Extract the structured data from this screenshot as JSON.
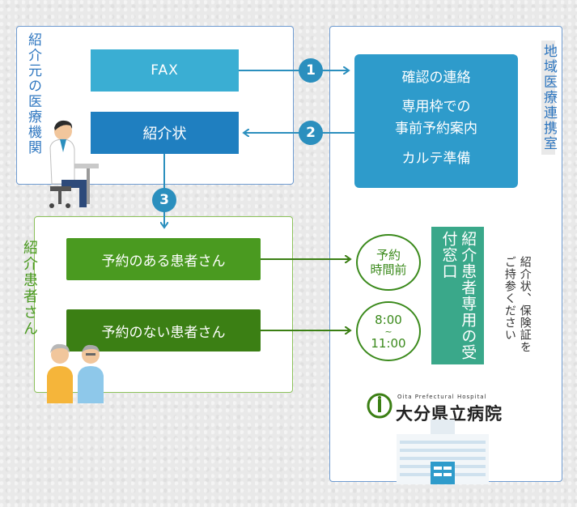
{
  "referrer": {
    "title": "紹介元の医療機関",
    "fax": "FAX",
    "letter": "紹介状"
  },
  "steps": {
    "one": "1",
    "two": "2",
    "three": "3"
  },
  "liaison": {
    "title": "地域医療連携室",
    "items": [
      "確認の連絡",
      "専用枠での",
      "事前予約案内",
      "カルテ準備"
    ]
  },
  "patients": {
    "title": "紹介患者さん",
    "with_appointment": "予約のある患者さん",
    "without_appointment": "予約のない患者さん"
  },
  "timing": {
    "before_line1": "予約",
    "before_line2": "時間前",
    "time_start": "8:00",
    "time_sep": "~",
    "time_end": "11:00"
  },
  "reception": {
    "label": "紹介患者専用の受付窓口",
    "note": "紹介状、保険証をご持参ください"
  },
  "hospital": {
    "english": "Oita Prefectural Hospital",
    "name": "大分県立病院"
  },
  "colors": {
    "fax_blue": "#3aaed3",
    "letter_blue": "#1f7fc0",
    "liaison_blue": "#2e9bcb",
    "step_blue": "#2b8fbe",
    "green_dark": "#3b7f14",
    "green_mid": "#4a9a20",
    "teal": "#3aa88a"
  }
}
